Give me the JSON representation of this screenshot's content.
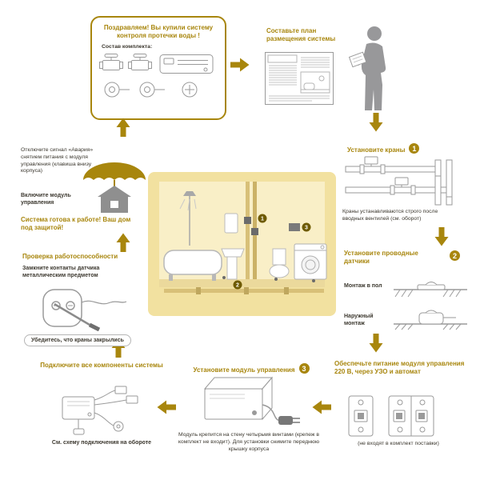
{
  "palette": {
    "gold": "#A8860D",
    "text": "#3C382F",
    "illustration_gray": "#9A9A9A",
    "center_bg": "#F2E1A0",
    "center_wall": "#F9EFC7"
  },
  "congrats": {
    "title": "Поздравляем! Вы купили систему контроля протечки воды !",
    "kit_label": "Состав комплекта:"
  },
  "plan": {
    "title": "Составьте план размещения системы"
  },
  "valves": {
    "title": "Установите краны",
    "step": "1",
    "note": "Краны устанавливаются строго после вводных вентилей (см. оборот)"
  },
  "sensors": {
    "title": "Установите проводные датчики",
    "step": "2",
    "floor_label": "Монтаж в пол",
    "surface_label": "Наружный монтаж"
  },
  "power": {
    "title": "Обеспечьте питание модуля управления 220 В, через УЗО и автомат",
    "note": "(не входят в комплект поставки)"
  },
  "module": {
    "title": "Установите модуль управления",
    "step": "3",
    "note": "Модуль крепится на стену четырьмя винтами (крепеж в комплект не входит). Для установки снимите переднюю крышку корпуса"
  },
  "connect": {
    "title": "Подключите все компоненты системы",
    "note": "См. схему подключения на обороте"
  },
  "check": {
    "title": "Проверка работоспособности",
    "instruction": "Замкните контакты датчика металлическим предметом",
    "note": "Убедитесь, что краны закрылись"
  },
  "finish": {
    "off_instruction": "Отключите сигнал «Авария» снятием питания с модуля управления (клавиша внизу корпуса)",
    "on_instruction": "Включите модуль управления",
    "ready": "Система готова к работе! Ваш дом под защитой!"
  },
  "center": {
    "markers": [
      "1",
      "2",
      "3"
    ]
  }
}
